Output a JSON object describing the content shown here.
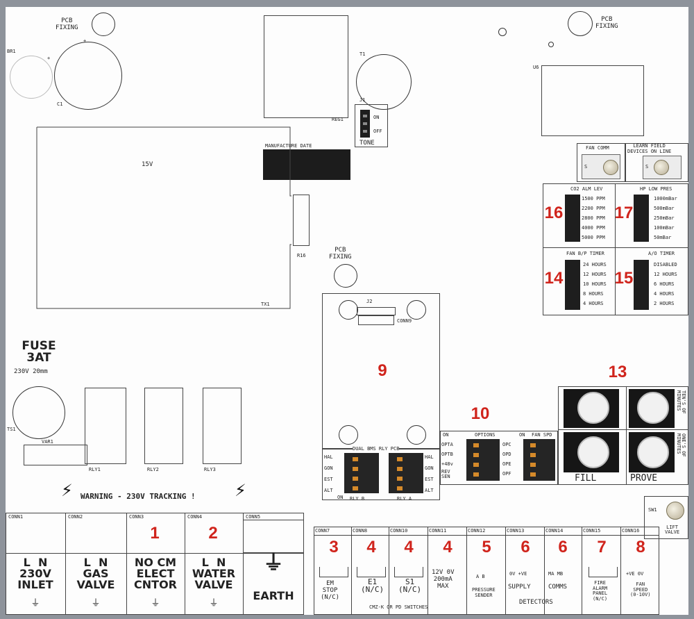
{
  "pcb": {
    "pcb_fixing": "PCB\nFIXING",
    "pcb_fixing_tr": "PCB\nFIXING",
    "pcb_fixing_mid": "PCB\nFIXING",
    "br1": "BR1",
    "c1": "C1",
    "plus": "+",
    "t1": "T1",
    "reg1": "REG1",
    "j1": "J1",
    "on": "ON",
    "off": "OFF",
    "tone": "TONE",
    "u6": "U6",
    "manufacture_date": "MANUFACTURE DATE",
    "transformer_15v": "15V",
    "r16": "R16",
    "tx1": "TX1",
    "fuse": "FUSE\n3AT",
    "fuse_rating": "230V 20mm",
    "ts1": "TS1",
    "var1": "VAR1",
    "rly1": "RLY1",
    "rly2": "RLY2",
    "rly3": "RLY3",
    "j2": "J2",
    "conn9": "CONN9",
    "fan_comm": "FAN COMM",
    "learn_field": "LEARN FIELD\nDEVICES ON LINE",
    "s_label": "S",
    "co2_alm_lev": "CO2 ALM LEV",
    "hp_low_pres": "HP LOW PRES",
    "co2_options": [
      "1500 PPM",
      "2200 PPM",
      "2800 PPM",
      "4000 PPM",
      "5000 PPM"
    ],
    "hp_options": [
      "1000mBar",
      "500mBar",
      "250mBar",
      "100mBar",
      "50mBar"
    ],
    "fan_bp_timer": "FAN B/P TIMER",
    "ao_timer": "A/O TIMER",
    "fan_options": [
      "24 HOURS",
      "12 HOURS",
      "10 HOURS",
      "8 HOURS",
      "4 HOURS"
    ],
    "ao_options": [
      "DISABLED",
      "12 HOURS",
      "6 HOURS",
      "4 HOURS",
      "2 HOURS"
    ],
    "dual_bms": "DUAL BMS RLY PCB",
    "bms_rows": [
      "HAL",
      "GON",
      "EST",
      "ALT"
    ],
    "rly_b": "RLY B",
    "rly_a": "RLY A",
    "on_small": "ON",
    "options": "OPTIONS",
    "opt_rows": [
      "OPTA",
      "OPTB",
      "+48v",
      "REV\nSEN"
    ],
    "fan_spd": "FAN SPD",
    "fan_rows": [
      "OPC",
      "OPD",
      "OPE",
      "OPF"
    ],
    "tens_label": "TEN'S OF\nMINUTES",
    "ones_label": "ONE'S OF\nMINUTES",
    "fill": "FILL",
    "prove": "PROVE",
    "sw1": "SW1",
    "lift_valve": "LIFT\nVALVE",
    "warning": "WARNING - 230V TRACKING !",
    "warning_symbol": "⚡"
  },
  "markers": {
    "m1": "1",
    "m2": "2",
    "m3": "3",
    "m4a": "4",
    "m4b": "4",
    "m4c": "4",
    "m5": "5",
    "m6a": "6",
    "m6b": "6",
    "m7": "7",
    "m8": "8",
    "m9": "9",
    "m10": "10",
    "m13": "13",
    "m14": "14",
    "m15": "15",
    "m16": "16",
    "m17": "17"
  },
  "terminals": {
    "conn1": "CONN1",
    "conn2": "CONN2",
    "conn3": "CONN3",
    "conn4": "CONN4",
    "conn5": "CONN5",
    "inlet": "L  N\n230V\nINLET",
    "gas": "L  N\nGAS\nVALVE",
    "elect": "NO CM\nELECT\nCNTOR",
    "water": "L  N\nWATER\nVALVE",
    "earth": "EARTH",
    "earth_symbol": "⏚",
    "ground_mark": "⏚"
  },
  "lowvolt": {
    "conn7": "CONN7",
    "conn8": "CONN8",
    "conn10": "CONN10",
    "conn11": "CONN11",
    "conn12": "CONN12",
    "conn13": "CONN13",
    "conn14": "CONN14",
    "conn15": "CONN15",
    "conn16": "CONN16",
    "em_stop": "EM\nSTOP\n(N/C)",
    "e1": "E1\n(N/C)",
    "s1": "S1\n(N/C)",
    "supply_12v": "12V 0V\n200mA\nMAX",
    "a_b": "A   B",
    "pressure_sender": "PRESSURE\nSENDER",
    "ov_ve": "0V  +VE",
    "supply": "SUPPLY",
    "ma_mb": "MA  MB",
    "comms": "COMMS",
    "detectors": "DETECTORS",
    "fire_alarm": "FIRE\nALARM\nPANEL\n(N/C)",
    "ve_0v": "+VE  0V",
    "fan_speed": "FAN\nSPEED\n(0-10V)",
    "cmz": "CMZ-K OR PD SWITCHES"
  }
}
